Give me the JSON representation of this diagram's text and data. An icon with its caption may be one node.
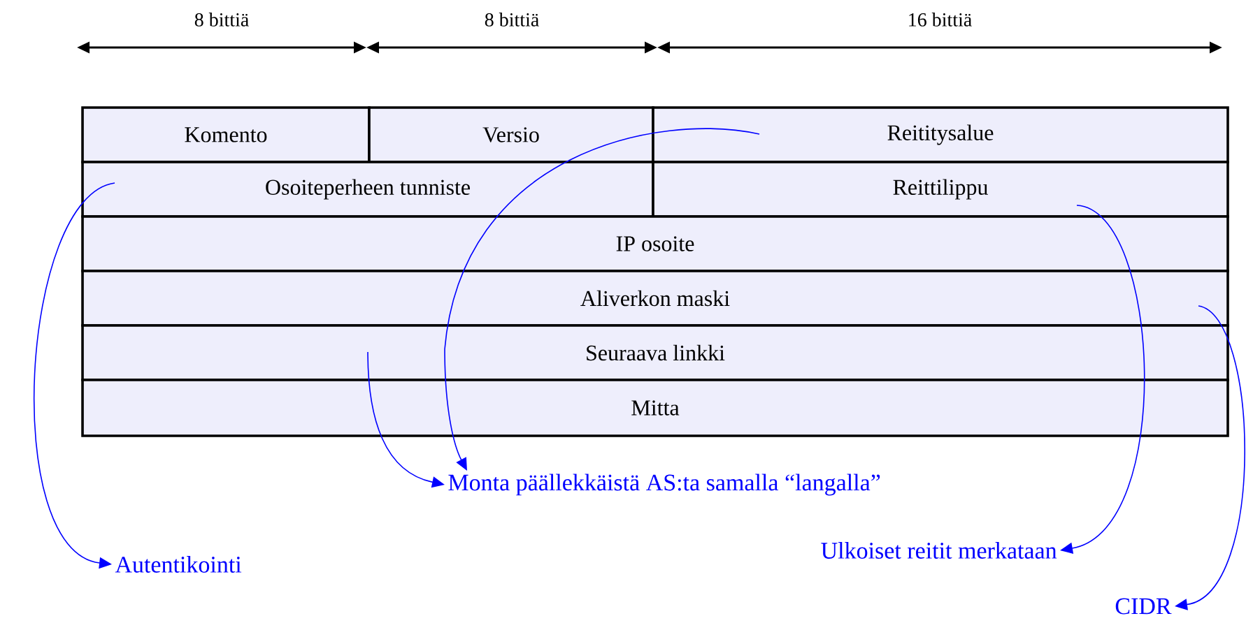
{
  "diagram": {
    "nodes": [
      {
        "text": [
          "Komento"
        ]
      },
      {
        "text": [
          "Versio"
        ]
      },
      {
        "text": [
          "Reititysalue"
        ]
      },
      {
        "text": [
          "Osoiteperheen tunniste"
        ]
      },
      {
        "text": [
          "Reittilippu"
        ]
      },
      {
        "text": [
          "IP osoite"
        ]
      },
      {
        "text": [
          "Aliverkon maski"
        ]
      },
      {
        "text": [
          "Seuraava linkki"
        ]
      },
      {
        "text": [
          "Mitta"
        ]
      },
      {
        "text": [
          "Monta päällekkäistä AS:ta samalla “langalla”"
        ]
      },
      {
        "text": [
          "Autentikointi"
        ]
      },
      {
        "text": [
          "Ulkoiset reitit merkataan"
        ]
      },
      {
        "text": [
          "CIDR"
        ]
      }
    ],
    "edges": [
      {
        "from": 3,
        "to": 10,
        "arrow": "to"
      },
      {
        "from": 2,
        "to": 9,
        "arrow": "to"
      },
      {
        "from": 7,
        "to": 9,
        "arrow": "to"
      },
      {
        "from": 4,
        "to": 11,
        "arrow": "to"
      },
      {
        "from": 6,
        "to": 12,
        "arrow": "to"
      }
    ],
    "labels": [
      "8 bittiä",
      "8 bittiä",
      "16 bittiä"
    ]
  }
}
